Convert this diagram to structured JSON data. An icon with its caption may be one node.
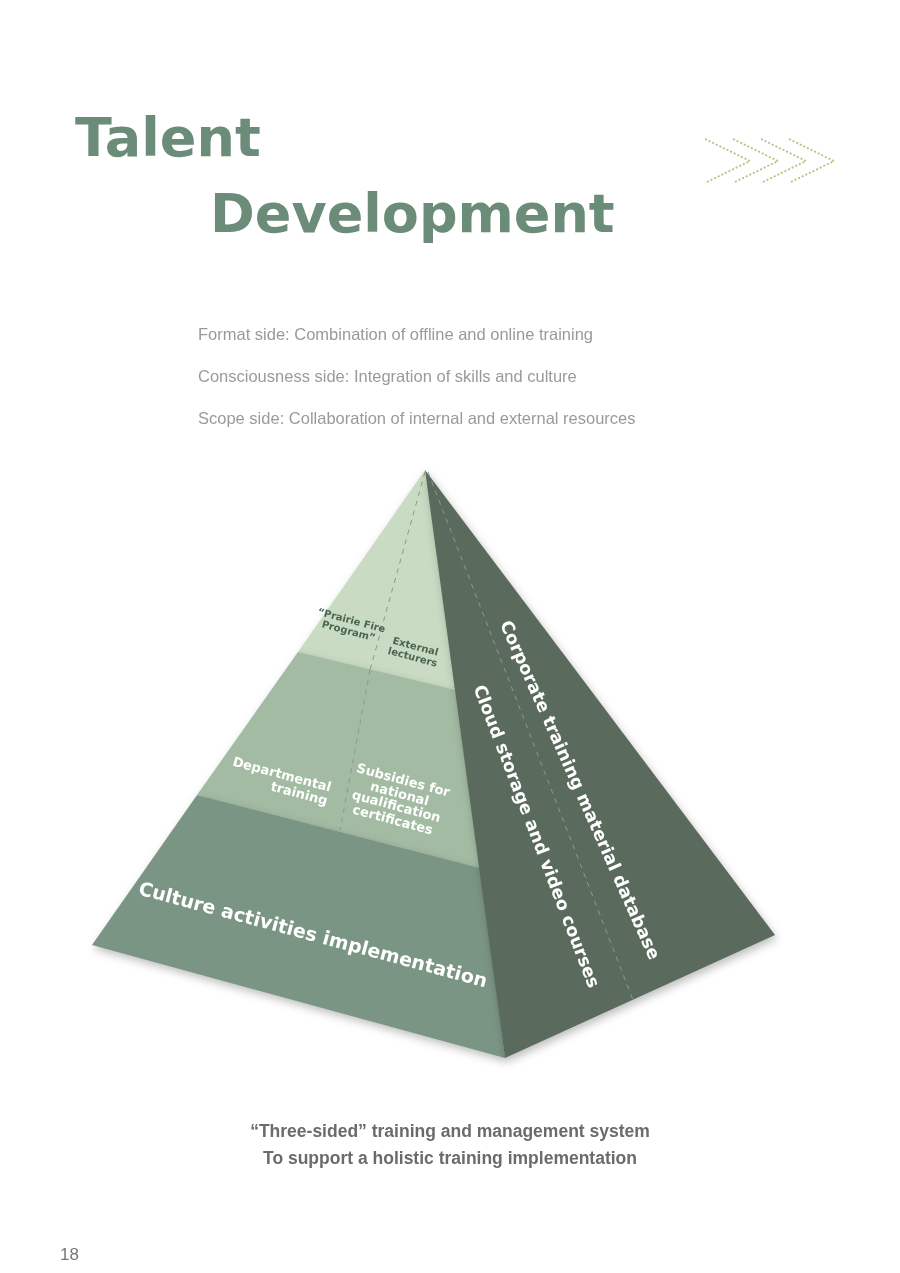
{
  "diagram": {
    "title": "Talent Development",
    "caption": "“Three-sided” training and management system To support a holistic training implementation",
    "nodes": [
      {
        "text": [
          "“Prairie Fire Program”",
          "External lecturers"
        ]
      },
      {
        "text": [
          "Departmental training",
          "Subsidies for national qualification certificates"
        ]
      },
      {
        "text": [
          "Culture activities implementation"
        ]
      },
      {
        "text": [
          "Corporate training material database",
          "Cloud storage and video courses"
        ]
      }
    ],
    "labels": [
      "Format side: Combination of offline and online training",
      "Consciousness side: Integration of skills and culture",
      "Scope side: Collaboration of internal and external resources",
      "18"
    ]
  }
}
